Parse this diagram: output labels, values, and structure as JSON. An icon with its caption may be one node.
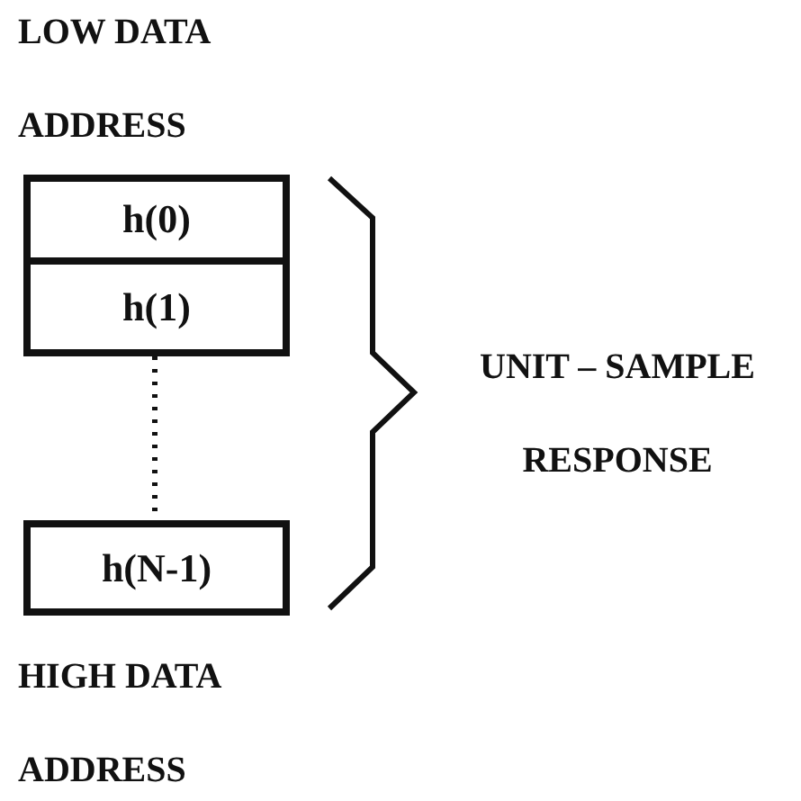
{
  "diagram": {
    "nodes": [
      {
        "text": [
          "h(0)"
        ]
      },
      {
        "text": [
          "h(1)"
        ]
      },
      {
        "text": [
          "h(N-1)"
        ]
      }
    ],
    "edges": [
      {
        "from": 1,
        "to": 2,
        "arrow": "none",
        "style": "dashed"
      }
    ],
    "labels": [
      "LOW DATA ADDRESS",
      "UNIT – SAMPLE RESPONSE",
      "HIGH DATA ADDRESS"
    ]
  }
}
